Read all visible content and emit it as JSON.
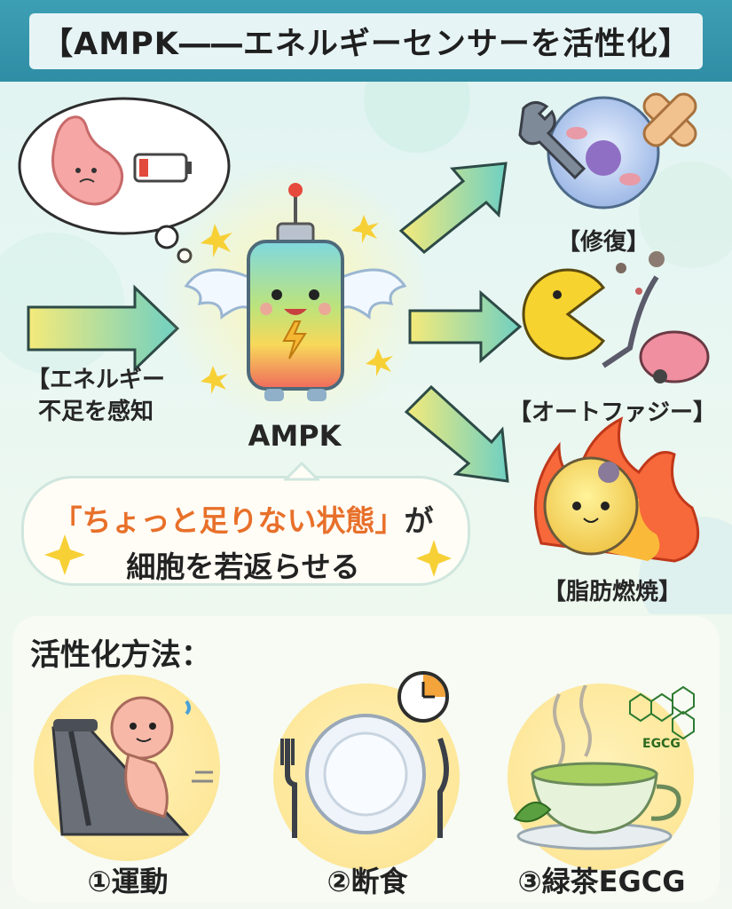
{
  "header": {
    "title": "【AMPK――エネルギーセンサーを活性化】"
  },
  "center": {
    "label": "AMPK"
  },
  "input": {
    "line1": "【エネルギー",
    "line2": "不足を感知"
  },
  "outputs": [
    {
      "label": "【修復】"
    },
    {
      "label": "【オートファジー】"
    },
    {
      "label": "【脂肪燃焼】"
    }
  ],
  "speech": {
    "highlight": "「ちょっと足りない状態」",
    "suffix": "が",
    "line2": "細胞を若返らせる"
  },
  "methods": {
    "title": "活性化方法：",
    "items": [
      {
        "label": "①運動"
      },
      {
        "label": "②断食"
      },
      {
        "label": "③緑茶EGCG"
      }
    ],
    "egcg_tag": "EGCG"
  },
  "colors": {
    "header": "#2f8da4",
    "accent": "#e8702a",
    "battery_top": "#6fd6d0",
    "battery_mid": "#f6e36a",
    "battery_bottom": "#f0655e",
    "method_circle": "#fde79a"
  },
  "icons": [
    "stomach-icon",
    "low-battery-icon",
    "battery-character-icon",
    "wrench-icon",
    "bandage-icon",
    "cell-icon",
    "pacman-icon",
    "vacuum-icon",
    "fire-icon",
    "fat-cell-icon",
    "treadmill-icon",
    "plate-icon",
    "clock-icon",
    "tea-cup-icon",
    "sparkle-icon"
  ]
}
